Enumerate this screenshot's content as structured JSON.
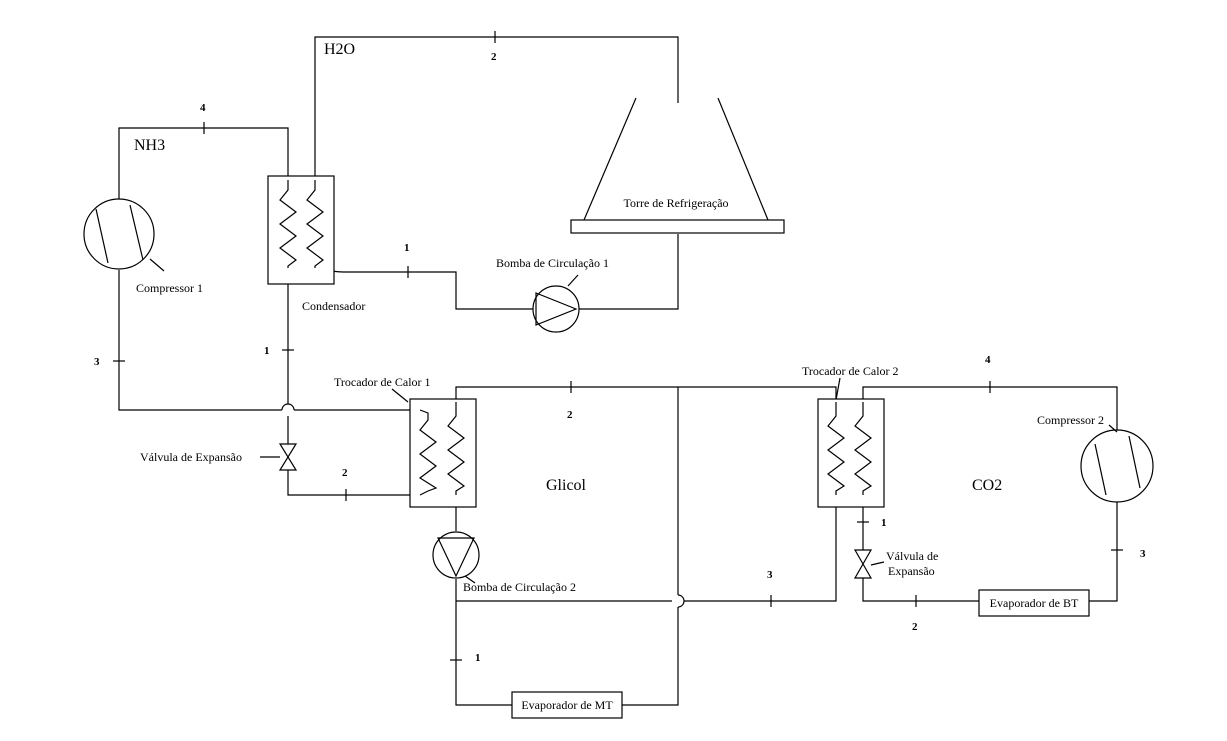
{
  "diagram": {
    "fluids": {
      "h2o": "H2O",
      "nh3": "NH3",
      "glicol": "Glicol",
      "co2": "CO2"
    },
    "components": {
      "torre": "Torre de Refrigeração",
      "bomba1": "Bomba de Circulação 1",
      "bomba2": "Bomba de Circulação 2",
      "compressor1": "Compressor 1",
      "compressor2": "Compressor 2",
      "condensador": "Condensador",
      "trocador1": "Trocador de Calor 1",
      "trocador2": "Trocador de Calor 2",
      "valvula1": "Válvula de Expansão",
      "valvula2_line1": "Válvula de",
      "valvula2_line2": "Expansão",
      "evap_mt": "Evaporador de MT",
      "evap_bt": "Evaporador de BT"
    },
    "points": {
      "h2o_top": "2",
      "nh3_top": "4",
      "h2o_cond_out": "1",
      "nh3_cond_out": "1",
      "nh3_left": "3",
      "nh3_valve_out": "2",
      "glicol_top": "2",
      "glicol_mt_in": "1",
      "glicol_return": "3",
      "co2_top": "4",
      "co2_right": "3",
      "co2_hx_out": "1",
      "co2_valve_out": "2"
    }
  }
}
